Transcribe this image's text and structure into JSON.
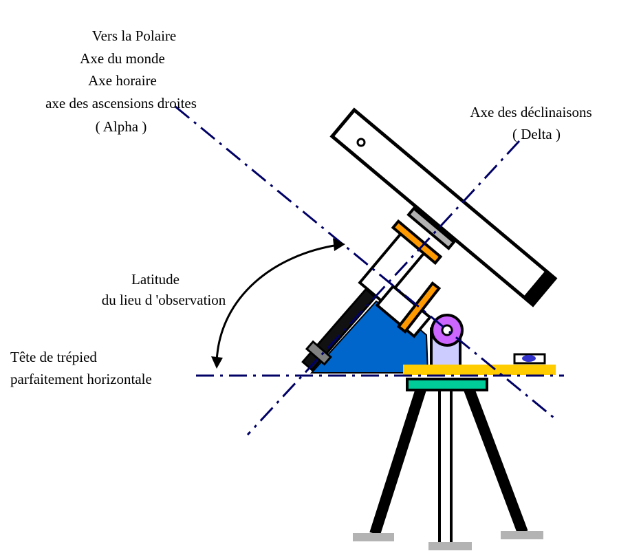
{
  "polar_axis": {
    "lines": [
      "Vers la Polaire",
      "Axe du monde",
      "Axe horaire",
      "axe des ascensions droites",
      "( Alpha )"
    ]
  },
  "declination_axis": {
    "lines": [
      "Axe des déclinaisons",
      "( Delta )"
    ]
  },
  "latitude": {
    "lines": [
      "Latitude",
      "du lieu d 'observation"
    ]
  },
  "tripod_head": {
    "lines": [
      "Tête de trépied",
      "parfaitement horizontale"
    ]
  },
  "colors": {
    "axis": "#000066",
    "wedge": "#0066cc",
    "plate": "#ffcc00",
    "tray": "#00cc99",
    "clutch": "#ff9900",
    "pillar": "#ccccff",
    "pivot": "#cc66ff"
  }
}
